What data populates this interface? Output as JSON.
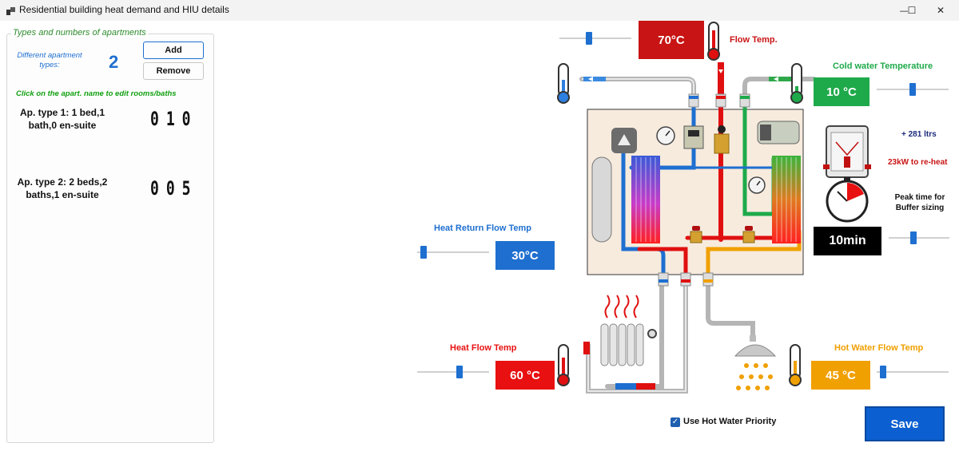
{
  "window": {
    "title": "Residential building heat demand and HIU details",
    "minimize": "—",
    "maximize": "☐",
    "close": "✕"
  },
  "apartments": {
    "group_title": "Types and numbers of apartments",
    "different_types_label": "Different apartment types:",
    "types_count": "2",
    "add_label": "Add",
    "remove_label": "Remove",
    "hint": "Click on the apart. name to edit rooms/baths",
    "types": [
      {
        "name": "Ap. type 1: 1 bed,1 bath,0 en-suite",
        "count": "010"
      },
      {
        "name": "Ap. type 2: 2 beds,2 baths,1 en-suite",
        "count": "005"
      }
    ]
  },
  "flow_temp": {
    "label": "Flow Temp.",
    "value": "70°C",
    "color": "#c81414",
    "slider_level": 0.4
  },
  "cold_water": {
    "label": "Cold water Temperature",
    "value": "10 °C",
    "color": "#1eaa4a",
    "slider_level": 0.5
  },
  "heat_return": {
    "label": "Heat Return Flow Temp",
    "value": "30°C",
    "color": "#1e6fd0",
    "slider_level": 0.05
  },
  "heat_flow": {
    "label": "Heat Flow Temp",
    "value": "60 °C",
    "color": "#e81010",
    "slider_level": 0.6
  },
  "hot_water": {
    "label": "Hot Water Flow Temp",
    "value": "45 °C",
    "color": "#f0a000",
    "slider_level": 0.05
  },
  "buffer": {
    "volume": "+ 281 ltrs",
    "reheat": "23kW to re-heat",
    "peak_label": "Peak time for Buffer sizing",
    "peak_time": "10min",
    "slider_level": 0.4
  },
  "hot_water_priority": {
    "label": "Use Hot Water Priority",
    "checked": true
  },
  "save_label": "Save"
}
